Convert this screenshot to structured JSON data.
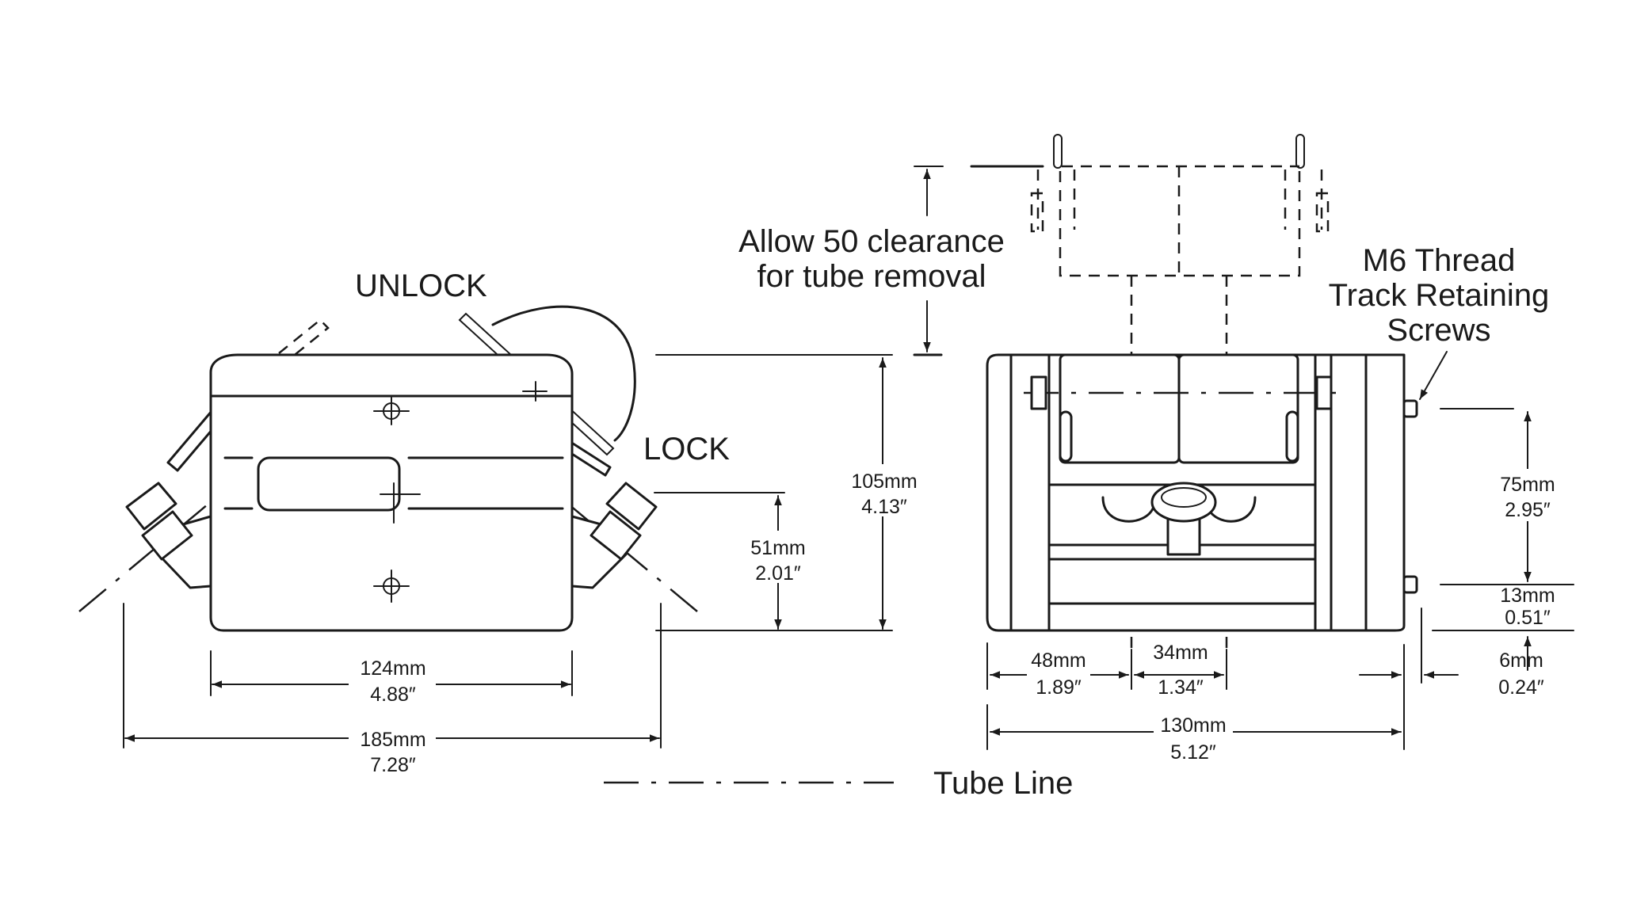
{
  "labels": {
    "unlock": "UNLOCK",
    "lock": "LOCK",
    "clearance_line1": "Allow 50 clearance",
    "clearance_line2": "for tube removal",
    "thread_line1": "M6 Thread",
    "thread_line2": "Track Retaining",
    "thread_line3": "Screws",
    "tube_line": "Tube Line"
  },
  "dimensions": {
    "d124": {
      "mm": "124mm",
      "in": "4.88″"
    },
    "d185": {
      "mm": "185mm",
      "in": "7.28″"
    },
    "d51": {
      "mm": "51mm",
      "in": "2.01″"
    },
    "d105": {
      "mm": "105mm",
      "in": "4.13″"
    },
    "d48": {
      "mm": "48mm",
      "in": "1.89″"
    },
    "d34": {
      "mm": "34mm",
      "in": "1.34″"
    },
    "d130": {
      "mm": "130mm",
      "in": "5.12″"
    },
    "d75": {
      "mm": "75mm",
      "in": "2.95″"
    },
    "d13": {
      "mm": "13mm",
      "in": "0.51″"
    },
    "d6": {
      "mm": "6mm",
      "in": "0.24″"
    }
  }
}
